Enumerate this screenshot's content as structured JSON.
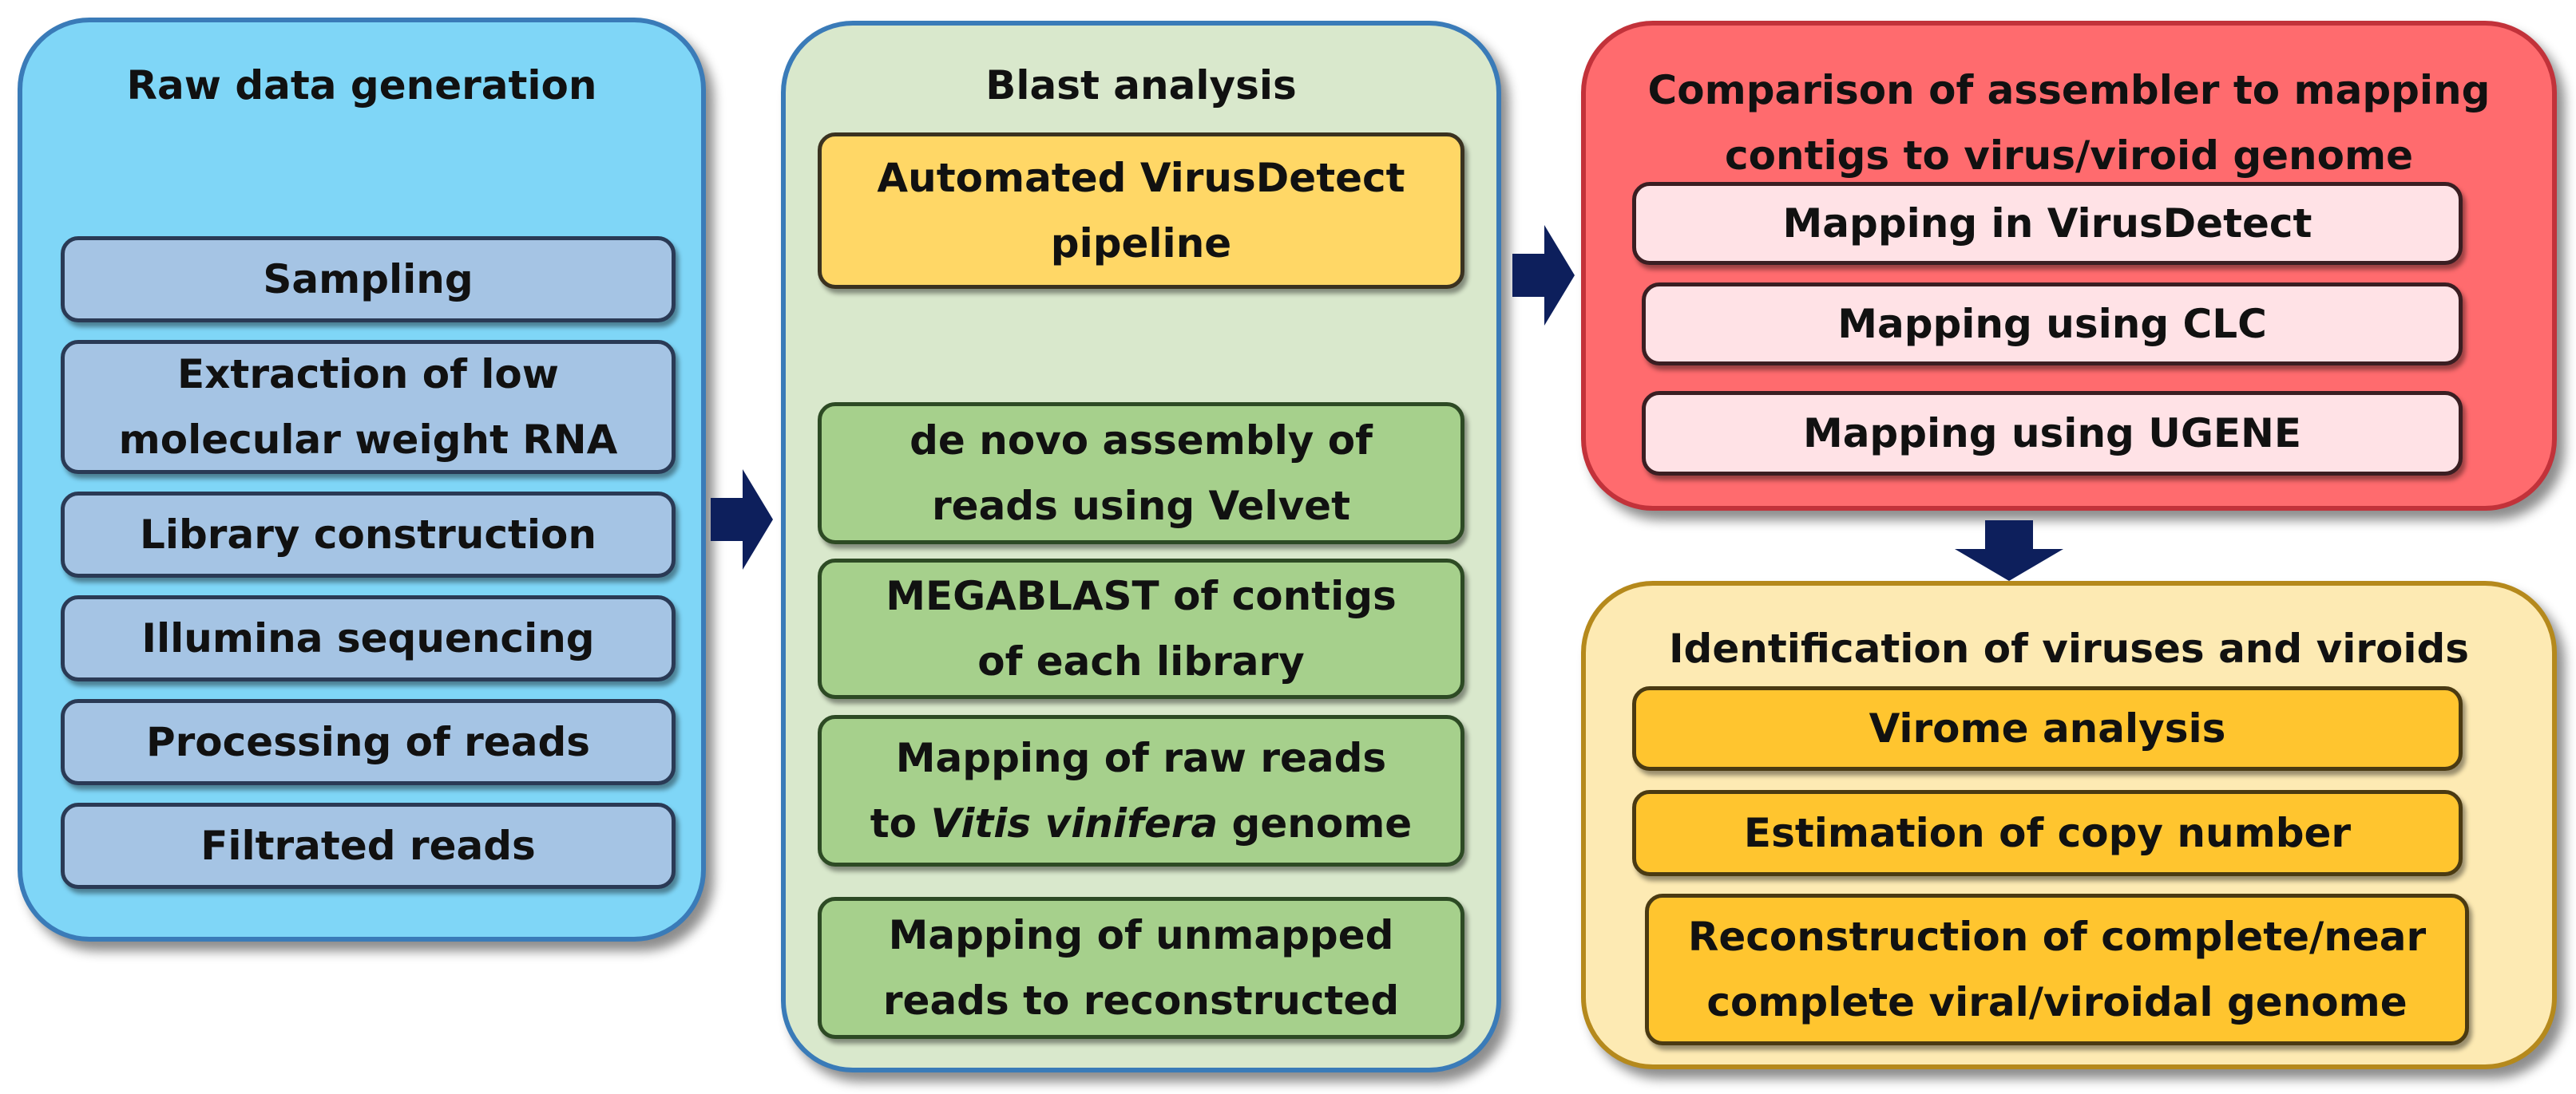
{
  "panels": {
    "raw": {
      "title": "Raw data generation",
      "items": [
        {
          "lines": [
            "Sampling"
          ]
        },
        {
          "lines": [
            "Extraction of low",
            "molecular weight RNA"
          ]
        },
        {
          "lines": [
            "Library construction"
          ]
        },
        {
          "lines": [
            "Illumina sequencing"
          ]
        },
        {
          "lines": [
            "Processing of reads"
          ]
        },
        {
          "lines": [
            "Filtrated reads"
          ]
        }
      ]
    },
    "blast": {
      "title": "Blast analysis",
      "automated": {
        "lines": [
          "Automated VirusDetect",
          "pipeline"
        ]
      },
      "items": [
        {
          "lines": [
            "de novo assembly of",
            "reads using Velvet"
          ]
        },
        {
          "lines": [
            "MEGABLAST of contigs",
            "of each library"
          ]
        },
        {
          "lines": [
            "Mapping of raw reads"
          ],
          "line2": {
            "pre": "to ",
            "ital": "Vitis vinifera",
            "post": " genome"
          }
        },
        {
          "lines": [
            "Mapping of unmapped",
            "reads to reconstructed"
          ]
        }
      ]
    },
    "comparison": {
      "title_lines": [
        "Comparison of assembler to mapping",
        "contigs to virus/viroid genome"
      ],
      "items": [
        {
          "lines": [
            "Mapping in VirusDetect"
          ]
        },
        {
          "lines": [
            "Mapping using CLC"
          ]
        },
        {
          "lines": [
            "Mapping using UGENE"
          ]
        }
      ]
    },
    "identification": {
      "title": "Identification of viruses and viroids",
      "items": [
        {
          "lines": [
            "Virome analysis"
          ]
        },
        {
          "lines": [
            "Estimation of copy number"
          ]
        },
        {
          "lines": [
            "Reconstruction of complete/near",
            "complete viral/viroidal genome"
          ]
        }
      ]
    }
  },
  "colors": {
    "raw_panel": "#7fd6f7",
    "blast_panel": "#d9e8cc",
    "comparison_panel": "#ff6b6e",
    "identification_panel": "#fdeab3",
    "arrow": "#0d1f5c"
  }
}
